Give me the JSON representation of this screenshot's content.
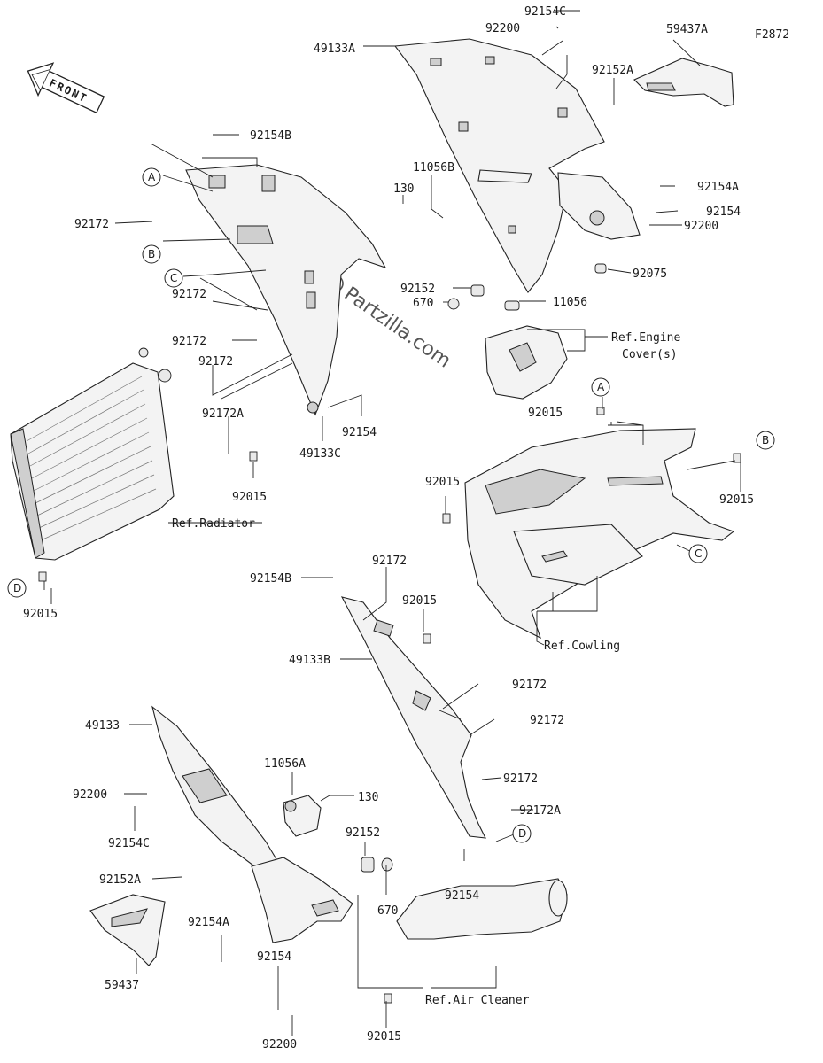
{
  "figure_code": "F2872",
  "front_arrow": {
    "label": "FRONT"
  },
  "watermark": "Partzilla.com",
  "labels": [
    {
      "text": "92154C"
    },
    {
      "text": "92200"
    },
    {
      "text": "49133A"
    },
    {
      "text": "59437A"
    },
    {
      "text": "92152A"
    },
    {
      "text": "92154B"
    },
    {
      "text": "11056B"
    },
    {
      "text": "130"
    },
    {
      "text": "92154A"
    },
    {
      "text": "92154"
    },
    {
      "text": "92200"
    },
    {
      "text": "92172"
    },
    {
      "text": "92075"
    },
    {
      "text": "92172"
    },
    {
      "text": "92152"
    },
    {
      "text": "670"
    },
    {
      "text": "11056"
    },
    {
      "text": "92172"
    },
    {
      "text": "Ref.Engine"
    },
    {
      "text": "Cover(s)"
    },
    {
      "text": "92172"
    },
    {
      "text": "92172A"
    },
    {
      "text": "92154"
    },
    {
      "text": "49133C"
    },
    {
      "text": "92015"
    },
    {
      "text": "92015"
    },
    {
      "text": "92015"
    },
    {
      "text": "Ref.Radiator"
    },
    {
      "text": "92015"
    },
    {
      "text": "92015"
    },
    {
      "text": "92172"
    },
    {
      "text": "92154B"
    },
    {
      "text": "92015"
    },
    {
      "text": "Ref.Cowling"
    },
    {
      "text": "49133B"
    },
    {
      "text": "92172"
    },
    {
      "text": "92172"
    },
    {
      "text": "49133"
    },
    {
      "text": "11056A"
    },
    {
      "text": "92172"
    },
    {
      "text": "92200"
    },
    {
      "text": "130"
    },
    {
      "text": "92172A"
    },
    {
      "text": "92154C"
    },
    {
      "text": "92152"
    },
    {
      "text": "92152A"
    },
    {
      "text": "670"
    },
    {
      "text": "92154"
    },
    {
      "text": "92154A"
    },
    {
      "text": "92154"
    },
    {
      "text": "59437"
    },
    {
      "text": "92015"
    },
    {
      "text": "Ref.Air Cleaner"
    },
    {
      "text": "92200"
    }
  ],
  "callouts": [
    {
      "letter": "A"
    },
    {
      "letter": "B"
    },
    {
      "letter": "C"
    },
    {
      "letter": "A"
    },
    {
      "letter": "B"
    },
    {
      "letter": "C"
    },
    {
      "letter": "D"
    },
    {
      "letter": "D"
    }
  ]
}
